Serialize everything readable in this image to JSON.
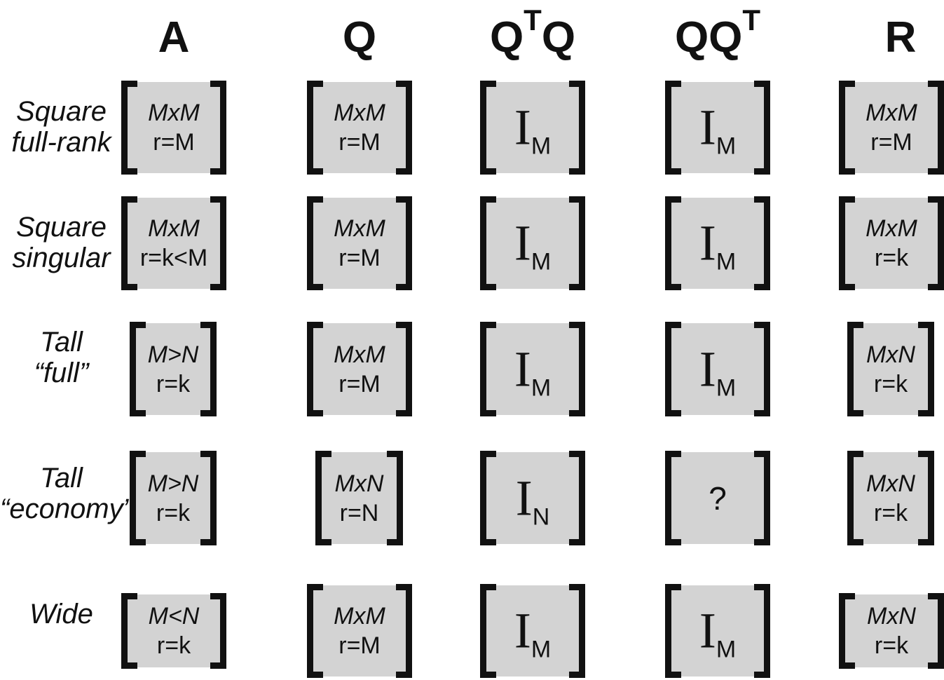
{
  "columns": {
    "a": "A",
    "q": "Q",
    "qtq_base": "Q",
    "qtq_sup": "T",
    "qtq_tail": "Q",
    "qqt_base": "QQ",
    "qqt_sup": "T",
    "r": "R"
  },
  "rows": [
    {
      "label_line1": "Square",
      "label_line2": "full-rank",
      "a": {
        "dim": "MxM",
        "rank": "r=M"
      },
      "q": {
        "dim": "MxM",
        "rank": "r=M"
      },
      "qtq": {
        "main": "I",
        "sub": "M"
      },
      "qqt": {
        "main": "I",
        "sub": "M"
      },
      "r": {
        "dim": "MxM",
        "rank": "r=M"
      }
    },
    {
      "label_line1": "Square",
      "label_line2": "singular",
      "a": {
        "dim": "MxM",
        "rank": "r=k<M"
      },
      "q": {
        "dim": "MxM",
        "rank": "r=M"
      },
      "qtq": {
        "main": "I",
        "sub": "M"
      },
      "qqt": {
        "main": "I",
        "sub": "M"
      },
      "r": {
        "dim": "MxM",
        "rank": "r=k"
      }
    },
    {
      "label_line1": "Tall",
      "label_line2": "“full”",
      "a": {
        "dim": "M>N",
        "rank": "r=k"
      },
      "q": {
        "dim": "MxM",
        "rank": "r=M"
      },
      "qtq": {
        "main": "I",
        "sub": "M"
      },
      "qqt": {
        "main": "I",
        "sub": "M"
      },
      "r": {
        "dim": "MxN",
        "rank": "r=k"
      }
    },
    {
      "label_line1": "Tall",
      "label_line2": "“economy”",
      "a": {
        "dim": "M>N",
        "rank": "r=k"
      },
      "q": {
        "dim": "MxN",
        "rank": "r=N"
      },
      "qtq": {
        "main": "I",
        "sub": "N"
      },
      "qqt": {
        "unknown": "?"
      },
      "r": {
        "dim": "MxN",
        "rank": "r=k"
      }
    },
    {
      "label_line1": "Wide",
      "label_line2": "",
      "a": {
        "dim": "M<N",
        "rank": "r=k"
      },
      "q": {
        "dim": "MxM",
        "rank": "r=M"
      },
      "qtq": {
        "main": "I",
        "sub": "M"
      },
      "qqt": {
        "main": "I",
        "sub": "M"
      },
      "r": {
        "dim": "MxN",
        "rank": "r=k"
      }
    }
  ]
}
